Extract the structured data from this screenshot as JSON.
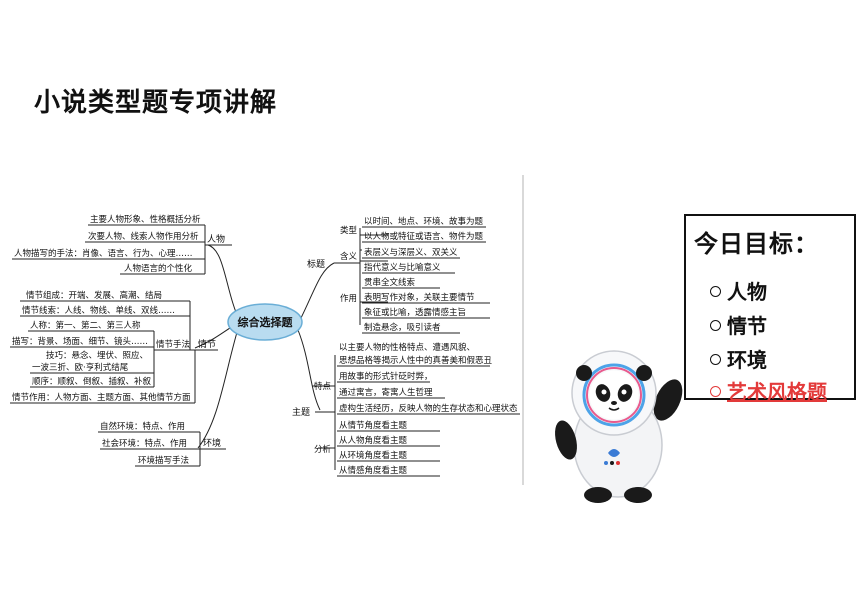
{
  "title": "小说类型题专项讲解",
  "mindmap": {
    "center": "综合选择题",
    "left": {
      "renwu": {
        "label": "人物",
        "items": [
          "主要人物形象、性格概括分析",
          "次要人物、线索人物作用分析",
          "人物描写的手法：肖像、语言、行为、心理……",
          "人物语言的个性化"
        ]
      },
      "qingjie": {
        "label": "情节",
        "sub_label": "情节手法",
        "items": [
          "情节组成：开端、发展、高潮、结局",
          "情节线索：人线、物线、单线、双线……",
          "人称：第一、第二、第三人称",
          "描写：背景、场面、细节、镜头……",
          "技巧：悬念、埋伏、照应、",
          "一波三折、欧·亨利式结尾",
          "顺序：顺叙、倒叙、插叙、补叙",
          "情节作用：人物方面、主题方面、其他情节方面"
        ]
      },
      "huanjing": {
        "label": "环境",
        "items": [
          "自然环境：特点、作用",
          "社会环境：特点、作用",
          "环境描写手法"
        ]
      }
    },
    "right": {
      "biaoti": {
        "label": "标题",
        "leixing": {
          "label": "类型",
          "items": [
            "以时间、地点、环境、故事为题",
            "以人物或特征或语言、物件为题"
          ]
        },
        "hanyi": {
          "label": "含义",
          "items": [
            "表层义与深层义、双关义",
            "指代意义与比喻意义"
          ]
        },
        "zuoyong": {
          "label": "作用",
          "items": [
            "贯串全文线索",
            "表明写作对象，关联主要情节",
            "象征或比喻，透露情感主旨",
            "制造悬念，吸引读者"
          ]
        }
      },
      "zhuti": {
        "label": "主题",
        "tedian": {
          "label": "特点",
          "items": [
            "以主要人物的性格特点、遭遇风貌、",
            "思想品格等揭示人性中的真善美和假恶丑",
            "用故事的形式针砭时弊，",
            "通过寓言，寄寓人生哲理",
            "虚构生活经历，反映人物的生存状态和心理状态"
          ]
        },
        "fenxi": {
          "label": "分析",
          "items": [
            "从情节角度看主题",
            "从人物角度看主题",
            "从环境角度看主题",
            "从情感角度看主题"
          ]
        }
      }
    }
  },
  "goals": {
    "title": "今日目标：",
    "items": [
      "人物",
      "情节",
      "环境",
      "艺术风格题"
    ],
    "active_index": 3
  },
  "colors": {
    "center_fill": "#b9dcf0",
    "center_stroke": "#6aaed6",
    "highlight": "#e33a3a"
  },
  "mascot": {
    "icon": "bing-dwen-dwen-mascot-icon"
  }
}
